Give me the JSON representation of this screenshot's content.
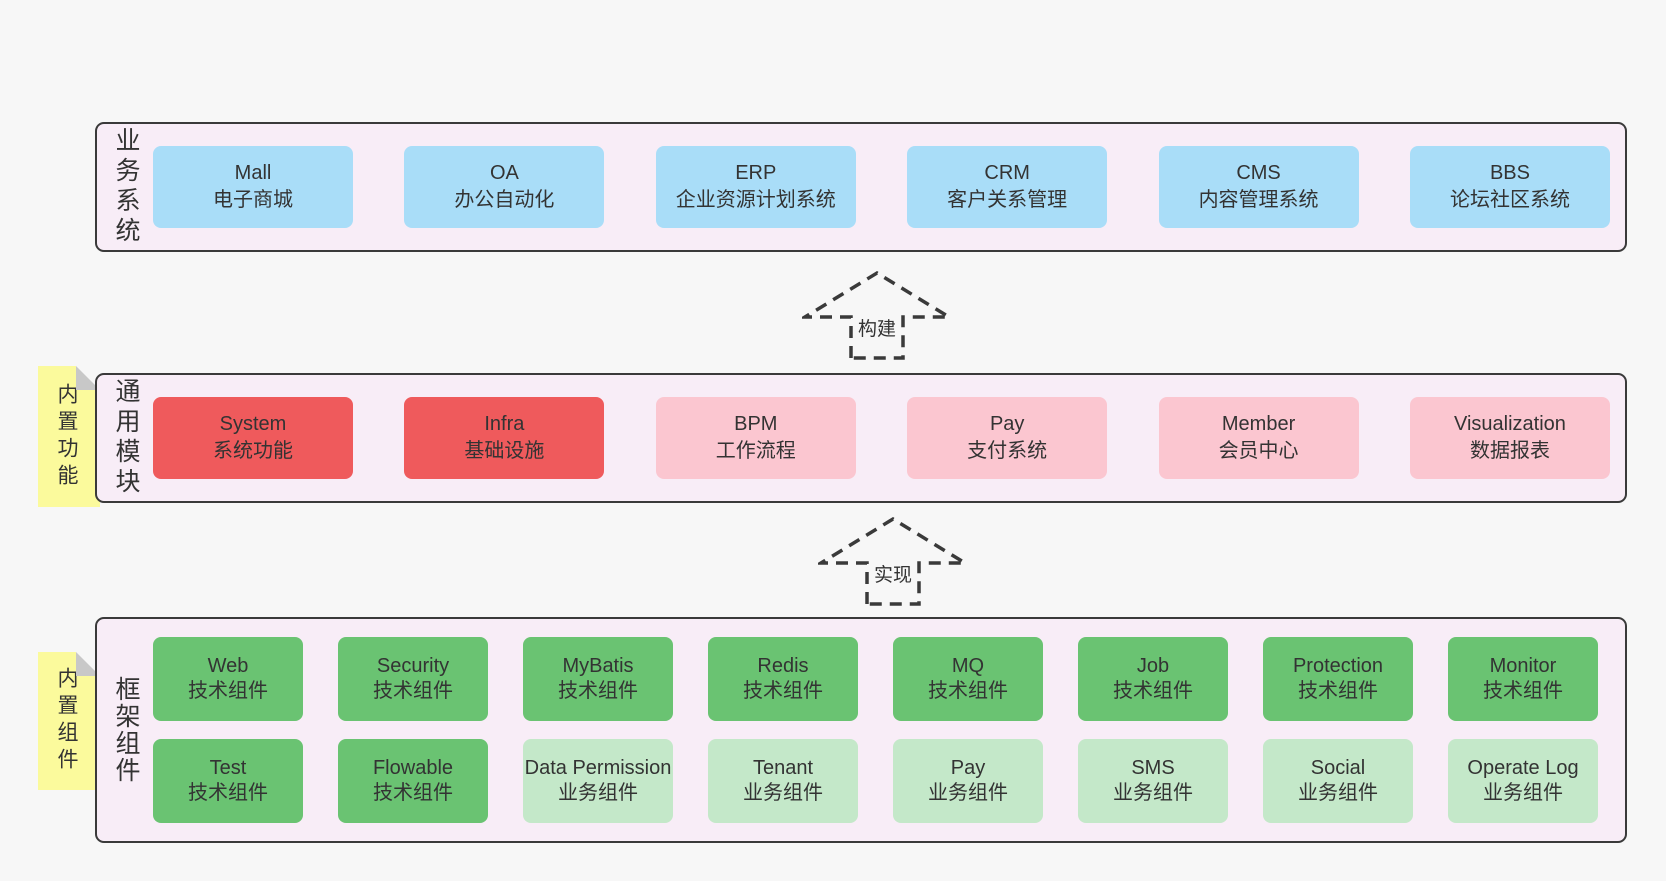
{
  "colors": {
    "page_bg": "#f7f7f7",
    "panel_bg": "#f8edf7",
    "panel_border": "#3a3a3a",
    "blue_box": "#a9ddf8",
    "red_box": "#ef5a5c",
    "pink_box": "#fbc6d0",
    "green_dark_box": "#6ac372",
    "green_light_box": "#c4e8c9",
    "sticky_yellow": "#fbfa9c",
    "sticky_fold": "#c8c8c8",
    "text": "#333333"
  },
  "business_layer": {
    "label": "业务系统",
    "boxes": [
      {
        "name": "Mall",
        "desc": "电子商城"
      },
      {
        "name": "OA",
        "desc": "办公自动化"
      },
      {
        "name": "ERP",
        "desc": "企业资源计划系统"
      },
      {
        "name": "CRM",
        "desc": "客户关系管理"
      },
      {
        "name": "CMS",
        "desc": "内容管理系统"
      },
      {
        "name": "BBS",
        "desc": "论坛社区系统"
      }
    ]
  },
  "build_arrow": {
    "label": "构建"
  },
  "module_layer": {
    "label": "通用模块",
    "sticky": "内置功能",
    "boxes": [
      {
        "name": "System",
        "desc": "系统功能"
      },
      {
        "name": "Infra",
        "desc": "基础设施"
      },
      {
        "name": "BPM",
        "desc": "工作流程"
      },
      {
        "name": "Pay",
        "desc": "支付系统"
      },
      {
        "name": "Member",
        "desc": "会员中心"
      },
      {
        "name": "Visualization",
        "desc": "数据报表"
      }
    ]
  },
  "implement_arrow": {
    "label": "实现"
  },
  "component_layer": {
    "label": "框架组件",
    "sticky": "内置组件",
    "row1": [
      {
        "name": "Web",
        "desc": "技术组件"
      },
      {
        "name": "Security",
        "desc": "技术组件"
      },
      {
        "name": "MyBatis",
        "desc": "技术组件"
      },
      {
        "name": "Redis",
        "desc": "技术组件"
      },
      {
        "name": "MQ",
        "desc": "技术组件"
      },
      {
        "name": "Job",
        "desc": "技术组件"
      },
      {
        "name": "Protection",
        "desc": "技术组件"
      },
      {
        "name": "Monitor",
        "desc": "技术组件"
      }
    ],
    "row2": [
      {
        "name": "Test",
        "desc": "技术组件"
      },
      {
        "name": "Flowable",
        "desc": "技术组件"
      },
      {
        "name": "Data Permission",
        "desc": "业务组件"
      },
      {
        "name": "Tenant",
        "desc": "业务组件"
      },
      {
        "name": "Pay",
        "desc": "业务组件"
      },
      {
        "name": "SMS",
        "desc": "业务组件"
      },
      {
        "name": "Social",
        "desc": "业务组件"
      },
      {
        "name": "Operate Log",
        "desc": "业务组件"
      }
    ]
  }
}
